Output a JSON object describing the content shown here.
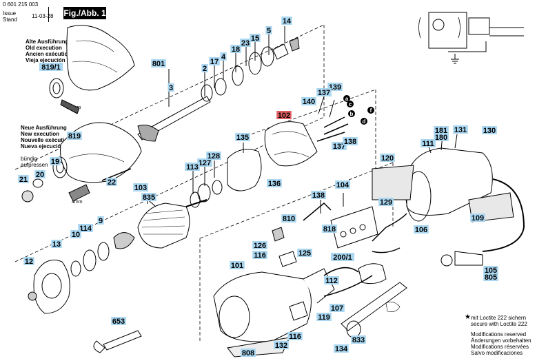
{
  "header": {
    "part_number": "0 601 215 003",
    "issue_label": "Issue",
    "stand_label": "Stand",
    "date": "11-03-28",
    "fig_label": "Fig./Abb. 1"
  },
  "legends": {
    "old": [
      "Alte Ausführung",
      "Old execution",
      "Ancien exécution",
      "Vieja ejecución"
    ],
    "new": [
      "Neue Ausführung",
      "New execution",
      "Nouvelle exécution",
      "Nueva ejecución"
    ],
    "flush": [
      "bündig",
      "aufpressen"
    ]
  },
  "dims": {
    "d1": "8,5mm",
    "d2": "4mm"
  },
  "notes": {
    "loctite": [
      "mit Loctite 222 sichern",
      "secure with Loctite 222"
    ],
    "mods": [
      "Modifications reserved",
      "Änderungen vorbehalten",
      "Modifications réservées",
      "Salvo modificaciones"
    ]
  },
  "parts": {
    "p0": "819/1",
    "p1": "819",
    "p2": "19",
    "p3": "21",
    "p4": "20",
    "p5": "22",
    "p6": "801",
    "p7": "3",
    "p8": "2",
    "p9": "17",
    "p10": "4",
    "p11": "18",
    "p12": "23",
    "p13": "15",
    "p14": "5",
    "p15": "14",
    "p16": "139",
    "p17": "137",
    "p18": "140",
    "p19": "102",
    "p20": "135",
    "p21": "128",
    "p22": "127",
    "p23": "113",
    "p24": "136",
    "p25": "137",
    "p26": "138",
    "p27": "131",
    "p28": "181",
    "p29": "180",
    "p30": "111",
    "p31": "130",
    "p32": "120",
    "p33": "103",
    "p34": "835",
    "p35": "104",
    "p36": "138",
    "p37": "129",
    "p38": "810",
    "p39": "818",
    "p40": "106",
    "p41": "109",
    "p42": "114",
    "p43": "10",
    "p44": "9",
    "p45": "13",
    "p46": "12",
    "p47": "126",
    "p48": "116",
    "p49": "125",
    "p50": "200/1",
    "p51": "105",
    "p52": "805",
    "p53": "101",
    "p54": "112",
    "p55": "119",
    "p56": "107",
    "p57": "653",
    "p58": "116",
    "p59": "132",
    "p60": "808",
    "p61": "134",
    "p62": "833"
  },
  "wire_markers": [
    "a",
    "b",
    "c",
    "d",
    "f"
  ]
}
